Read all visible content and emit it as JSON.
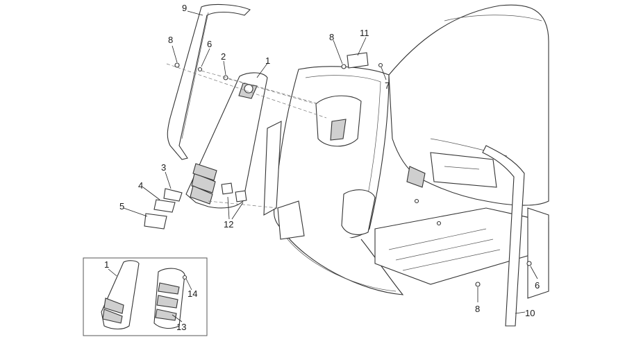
{
  "callouts": {
    "c9": "9",
    "c8a": "8",
    "c6a": "6",
    "c2": "2",
    "c1a": "1",
    "c3": "3",
    "c4": "4",
    "c5": "5",
    "c12": "12",
    "c8b": "8",
    "c11": "11",
    "c7": "7",
    "c6b": "6",
    "c8c": "8",
    "c10": "10",
    "c1b": "1",
    "c14": "14",
    "c13": "13"
  },
  "colors": {
    "line": "#333333",
    "part_fill": "#cfcfcf",
    "background": "#ffffff"
  }
}
